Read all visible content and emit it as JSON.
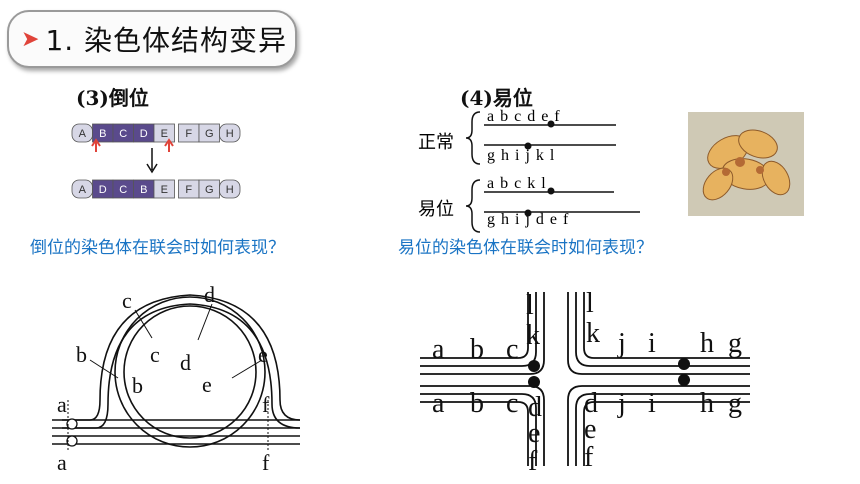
{
  "header": {
    "arrow": "➤",
    "title": "1. 染色体结构变异"
  },
  "inversion": {
    "label": "(3)倒位",
    "top_segments": [
      "A",
      "B",
      "C",
      "D",
      "E",
      "F",
      "G",
      "H"
    ],
    "bottom_segments": [
      "A",
      "D",
      "C",
      "B",
      "E",
      "F",
      "G",
      "H"
    ]
  },
  "translocation": {
    "label": "(4)易位",
    "normal_label": "正常",
    "trans_label": "易位",
    "normal_row1": "a b c  d e f",
    "normal_row2": "g h  i j k l",
    "trans_row1": "a b c  k l",
    "trans_row2": "g h  i j d e f"
  },
  "questions": {
    "left": "倒位的染色体在联会时如何表现？",
    "right": "易位的染色体在联会时如何表现？"
  },
  "loop_diagram": {
    "letters": [
      "a",
      "b",
      "c",
      "d",
      "e",
      "f"
    ]
  },
  "cross_diagram": {
    "left_top": [
      "a",
      "b",
      "c"
    ],
    "left_bottom": [
      "a",
      "b",
      "c"
    ],
    "top": [
      "l",
      "k"
    ],
    "top_right_k": [
      "l",
      "k",
      "j",
      "i",
      "h",
      "g"
    ],
    "bottom_left": [
      "d",
      "e",
      "f"
    ],
    "bottom_right": [
      "d",
      "e",
      "f",
      "j",
      "i",
      "h",
      "g"
    ]
  },
  "colors": {
    "accent": "#1a74c4",
    "arrow": "#e0443a",
    "chromosome_dark": "#5a4a8c",
    "chromosome_light": "#d7d7e6"
  }
}
